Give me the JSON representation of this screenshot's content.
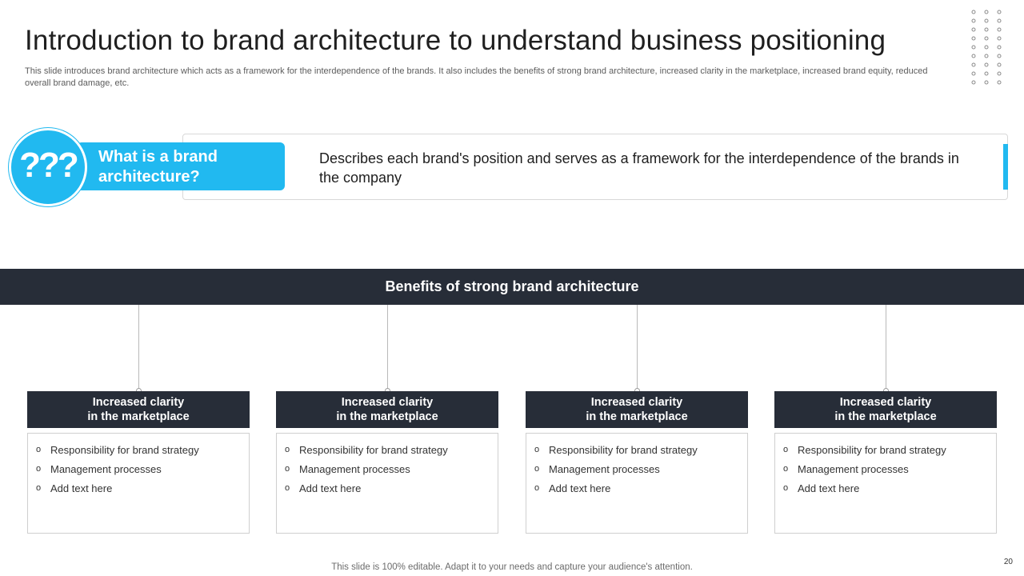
{
  "slide": {
    "title": "Introduction to brand architecture to understand business positioning",
    "subtitle": "This slide introduces brand architecture which acts as a framework for the interdependence of the brands. It also includes the benefits of strong brand architecture, increased clarity in the marketplace, increased brand equity, reduced overall brand damage, etc.",
    "page_number": "20",
    "footer": "This slide is 100% editable. Adapt it to your needs and capture your audience's attention."
  },
  "what_is": {
    "icon_glyph": "???",
    "icon": "question-marks-icon",
    "question": "What is a brand architecture?",
    "answer": "Describes each brand's position and serves as a framework for the interdependence of the brands in the company"
  },
  "benefits": {
    "heading": "Benefits of strong brand architecture",
    "columns": [
      {
        "title_line1": "Increased clarity",
        "title_line2": "in the marketplace",
        "bullet_glyph": "o",
        "items": [
          "Responsibility for brand strategy",
          "Management processes",
          "Add text here"
        ]
      },
      {
        "title_line1": "Increased clarity",
        "title_line2": "in the marketplace",
        "bullet_glyph": "o",
        "items": [
          "Responsibility for brand strategy",
          "Management processes",
          "Add text here"
        ]
      },
      {
        "title_line1": "Increased clarity",
        "title_line2": "in the marketplace",
        "bullet_glyph": "o",
        "items": [
          "Responsibility for brand strategy",
          "Management processes",
          "Add text here"
        ]
      },
      {
        "title_line1": "Increased clarity",
        "title_line2": "in the marketplace",
        "bullet_glyph": "o",
        "items": [
          "Responsibility for brand strategy",
          "Management processes",
          "Add text here"
        ]
      }
    ]
  },
  "colors": {
    "accent": "#21b9f0",
    "dark": "#272d38"
  }
}
